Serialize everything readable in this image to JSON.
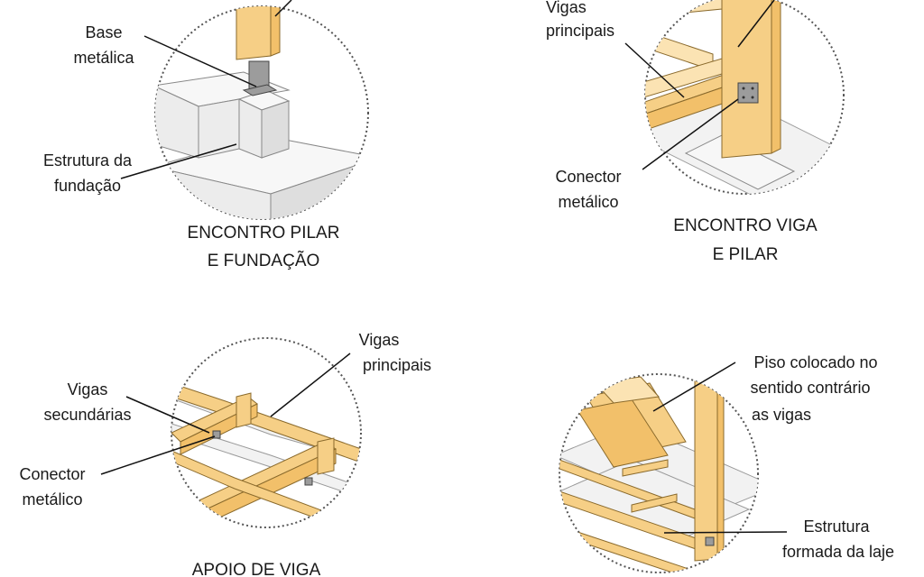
{
  "panels": {
    "top_left": {
      "labels": {
        "base": [
          "Base",
          "metálica"
        ],
        "foundation": [
          "Estrutura da",
          "fundação"
        ]
      },
      "caption": [
        "ENCONTRO PILAR",
        "E FUNDAÇÃO"
      ]
    },
    "top_right": {
      "labels": {
        "beams": [
          "Vigas",
          "principais"
        ],
        "connector": [
          "Conector",
          "metálico"
        ]
      },
      "caption": [
        "ENCONTRO VIGA",
        "E PILAR"
      ]
    },
    "bottom_left": {
      "labels": {
        "main_beams": [
          "Vigas",
          "principais"
        ],
        "secondary_beams": [
          "Vigas",
          "secundárias"
        ],
        "connector": [
          "Conector",
          "metálico"
        ]
      },
      "caption": [
        "APOIO DE VIGA"
      ]
    },
    "bottom_right": {
      "labels": {
        "floor": [
          "Piso colocado no",
          "sentido contrário",
          "as vigas"
        ],
        "structure": [
          "Estrutura",
          "formada da laje"
        ]
      }
    }
  },
  "colors": {
    "wood": "#f6cf86",
    "concrete": "#ececec",
    "metal": "#9c9c9c"
  }
}
